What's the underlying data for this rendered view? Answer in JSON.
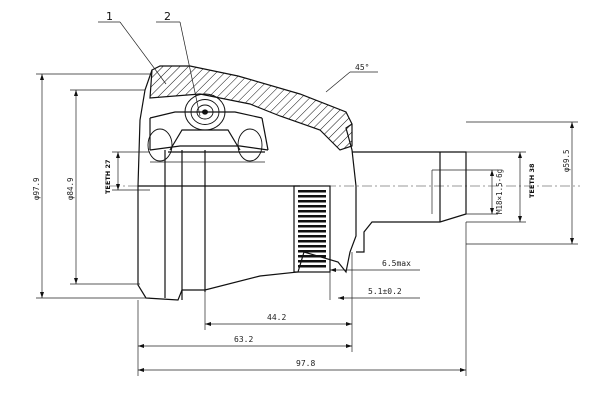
{
  "callouts": {
    "one": "1",
    "two": "2"
  },
  "labels": {
    "chamfer": "45°",
    "outer_diameter": "φ97.9",
    "inner_diameter": "φ84.9",
    "teeth_inner": "TEETH 27",
    "teeth_outer": "TEETH 38",
    "thread": "M18×1.5-6g",
    "shaft_diameter": "φ59.5",
    "ring_width": "6.5max",
    "shaft_offset": "5.1±0.2",
    "len_1": "44.2",
    "len_2": "63.2",
    "len_3": "97.8"
  }
}
